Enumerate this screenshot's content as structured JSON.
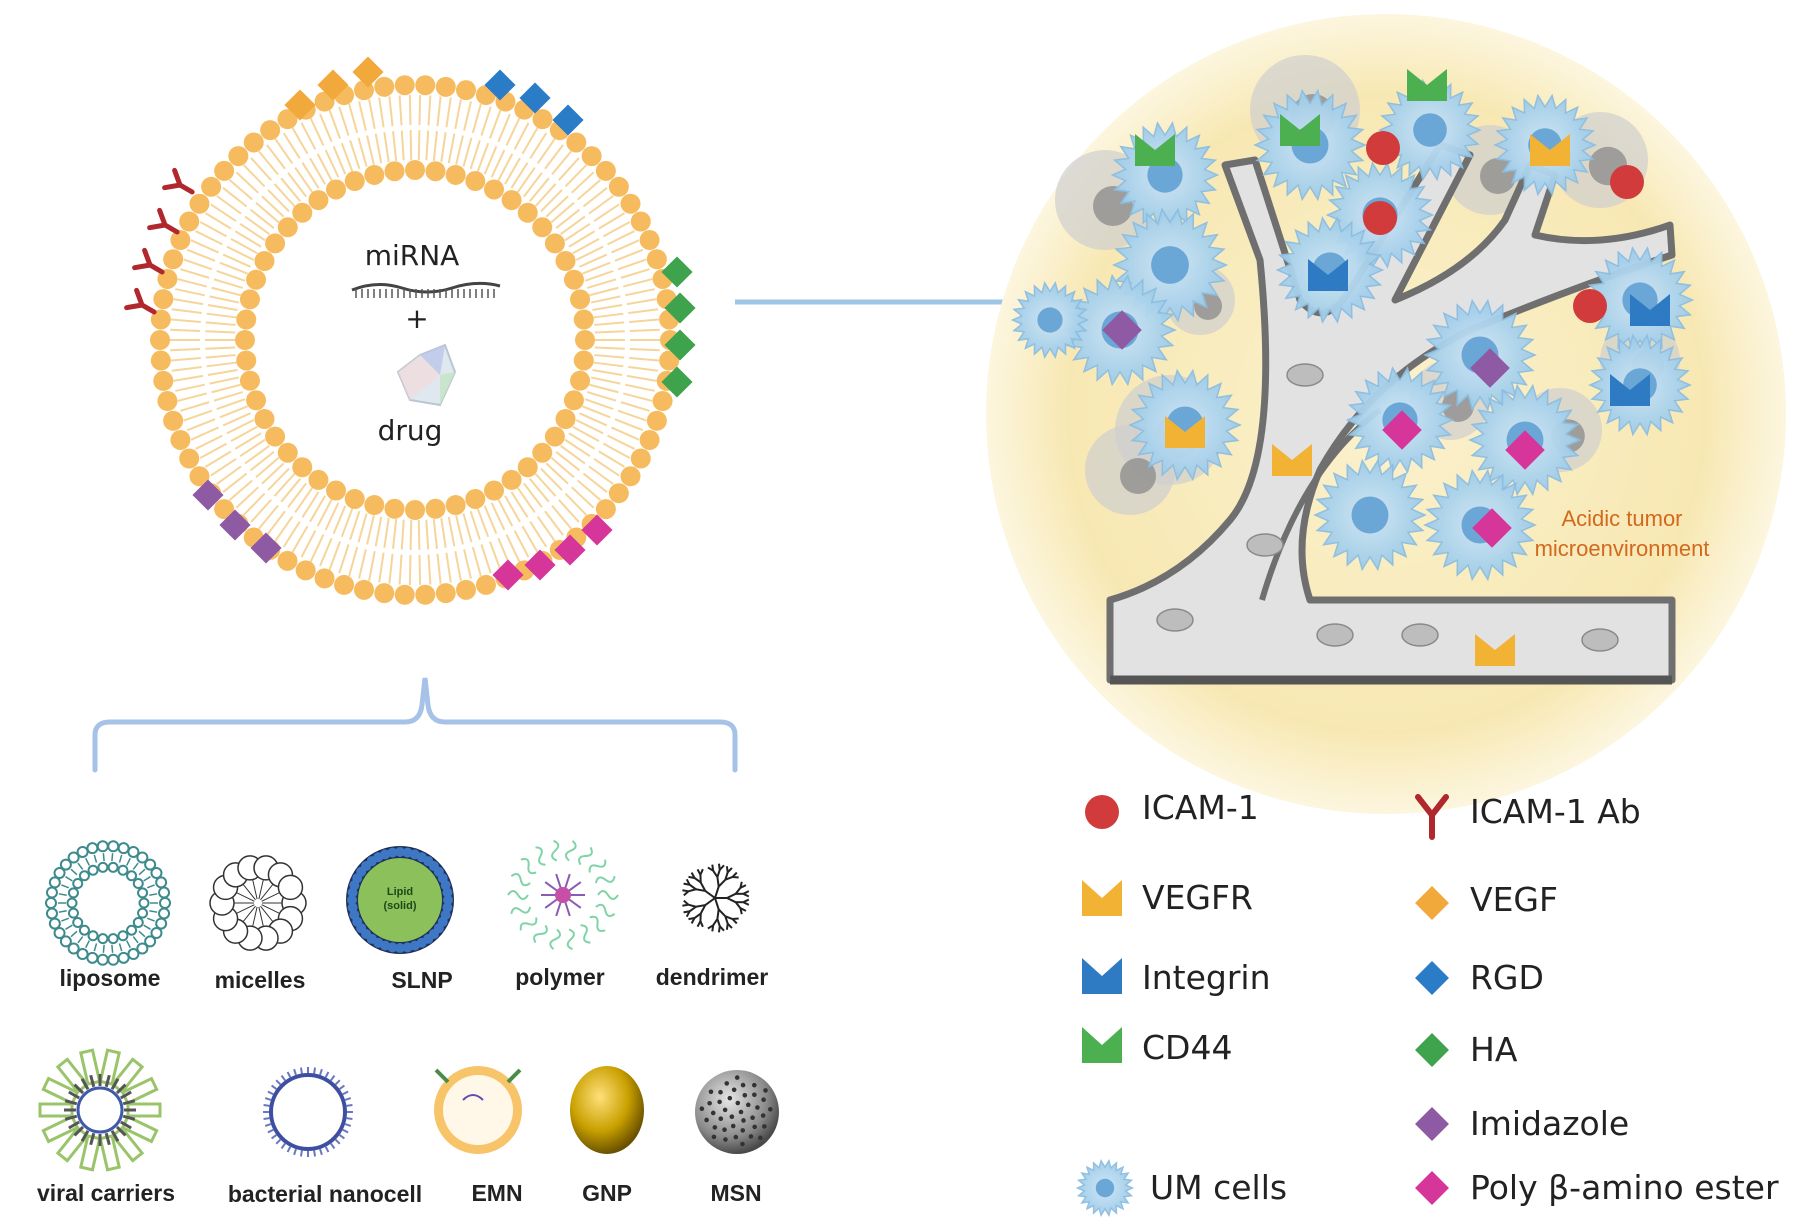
{
  "nanoparticle": {
    "cargo_top": "miRNA",
    "cargo_plus": "+",
    "cargo_bottom": "drug"
  },
  "carrier_types": {
    "row1": [
      "liposome",
      "micelles",
      "SLNP",
      "polymer",
      "dendrimer"
    ],
    "row2": [
      "viral carriers",
      "bacterial nanocell",
      "EMN",
      "GNP",
      "MSN"
    ],
    "slnp_inner": [
      "Lipid",
      "(solid)"
    ]
  },
  "tumor": {
    "label_line1": "Acidic tumor",
    "label_line2": "microenvironment"
  },
  "legend": {
    "left": [
      {
        "label": "ICAM-1",
        "icon": "red-circle",
        "color": "#d23b3b"
      },
      {
        "label": "VEGFR",
        "icon": "orange-receptor",
        "color": "#f2b233"
      },
      {
        "label": "Integrin",
        "icon": "blue-receptor",
        "color": "#2e7bc4"
      },
      {
        "label": "CD44",
        "icon": "green-receptor",
        "color": "#4caf50"
      },
      {
        "label": "UM cells",
        "icon": "um-cell",
        "color": "#a8d0ec"
      }
    ],
    "right": [
      {
        "label": "ICAM-1 Ab",
        "icon": "antibody",
        "color": "#b0282d"
      },
      {
        "label": "VEGF",
        "icon": "orange-diamond",
        "color": "#f2a93b"
      },
      {
        "label": "RGD",
        "icon": "blue-diamond",
        "color": "#2a7cc7"
      },
      {
        "label": "HA",
        "icon": "green-diamond",
        "color": "#3fa34d"
      },
      {
        "label": "Imidazole",
        "icon": "purple-diamond",
        "color": "#8e5aa3"
      },
      {
        "label": "Poly β-amino ester",
        "icon": "magenta-diamond",
        "color": "#d6369a"
      }
    ]
  },
  "colors": {
    "lipid_head": "#f7bb5f",
    "lipid_tail": "#f6d59a",
    "arrow": "#9ec4e6",
    "bracket": "#a7c2e8",
    "tumor_glow": "#f7e9b6"
  }
}
